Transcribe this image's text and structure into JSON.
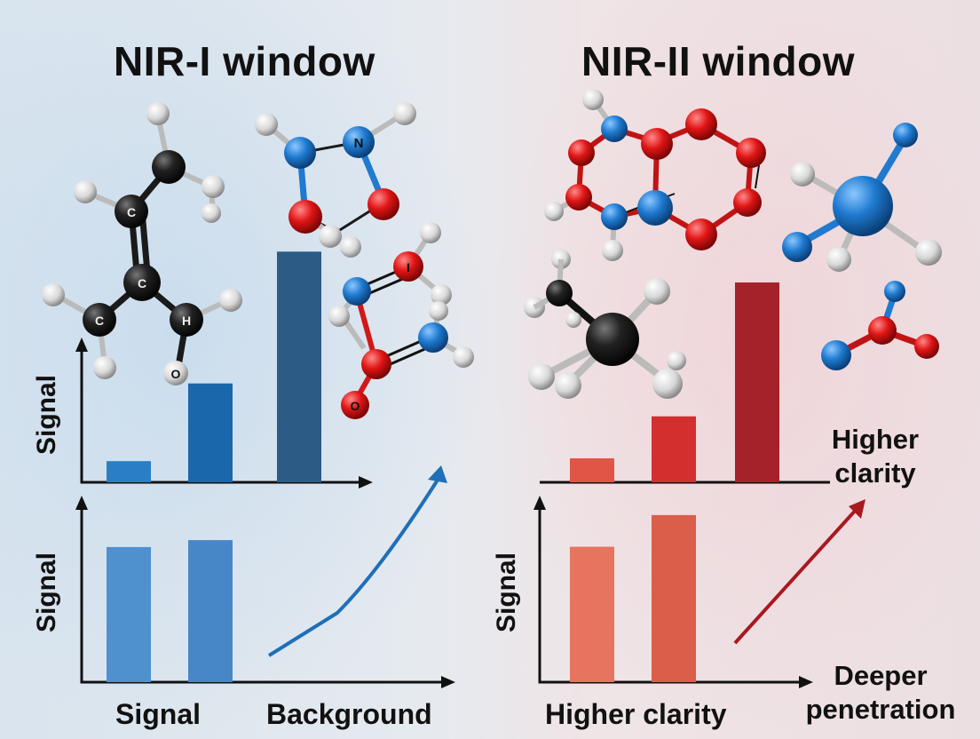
{
  "left_panel": {
    "title": "NIR-I window",
    "top_chart": {
      "ylabel": "Signal",
      "values": [
        0.09,
        0.42,
        0.98
      ]
    },
    "bottom_chart": {
      "ylabel": "Signal",
      "values": [
        0.78,
        0.82
      ]
    },
    "xlabels": [
      "Signal",
      "Background"
    ],
    "colors": {
      "top_bars": [
        "#2a7fc4",
        "#1b67ab",
        "#2c5b86"
      ],
      "bottom_bars": [
        "#4f90cf",
        "#4887c7"
      ],
      "arrow": "#1f6fb8"
    }
  },
  "right_panel": {
    "title": "NIR-II window",
    "top_chart": {
      "values": [
        0.12,
        0.33,
        1.0
      ]
    },
    "bottom_chart": {
      "ylabel": "Signal",
      "values": [
        0.77,
        0.95
      ]
    },
    "annotations": {
      "top": "Higher clarity",
      "bottom": "Deeper penetration"
    },
    "xlabel": "Higher clarity",
    "colors": {
      "top_bars": [
        "#e05545",
        "#d32f2f",
        "#a5222a"
      ],
      "bottom_bars": [
        "#e7745e",
        "#da5e4a"
      ],
      "arrow": "#a8191f"
    }
  },
  "molecule_atom_labels": [
    "C",
    "C",
    "C",
    "H",
    "O",
    "N",
    "I",
    "O"
  ]
}
